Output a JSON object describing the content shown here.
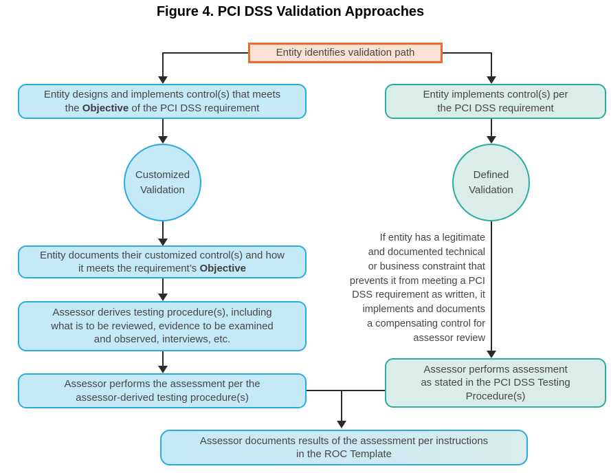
{
  "title": "Figure 4. PCI DSS Validation Approaches",
  "palette": {
    "customized_border": "#29ABE2",
    "customized_fill": "#C6E9F8",
    "defined_border": "#2BAD9E",
    "defined_fill": "#DAEDE8",
    "root_border": "#F26A2E",
    "root_fill": "#FAE1D3",
    "connector": "#2B2B2B",
    "text": "#464646",
    "title_text": "#000000"
  },
  "root": {
    "label": "Entity identifies validation path"
  },
  "customized_path": {
    "design_box": {
      "prefix": "Entity designs and implements control(s) that meets the ",
      "bold": "Objective",
      "suffix": " of the PCI DSS requirement"
    },
    "badge": [
      "Customized",
      "Validation"
    ],
    "document_box": {
      "prefix": "Entity documents their customized control(s) and how it meets the requirement’s ",
      "bold": "Objective",
      "suffix": ""
    },
    "derive_box": [
      "Assessor derives testing procedure(s), including",
      "what is to be reviewed, evidence to be examined",
      "and observed, interviews, etc."
    ],
    "assess_box": [
      "Assessor performs the assessment per the",
      "assessor-derived testing procedure(s)"
    ]
  },
  "defined_path": {
    "implement_box": [
      "Entity implements control(s) per",
      "the PCI DSS requirement"
    ],
    "badge": [
      "Defined",
      "Validation"
    ],
    "note": [
      "If entity has a legitimate",
      "and documented technical",
      "or business constraint that",
      "prevents it from meeting a PCI",
      "DSS requirement as written, it",
      "implements and documents",
      "a compensating control for",
      "assessor review"
    ],
    "assess_box": [
      "Assessor performs assessment",
      "as stated in the PCI DSS Testing",
      "Procedure(s)"
    ]
  },
  "final_box": [
    "Assessor documents results of the assessment per instructions",
    "in the ROC Template"
  ]
}
